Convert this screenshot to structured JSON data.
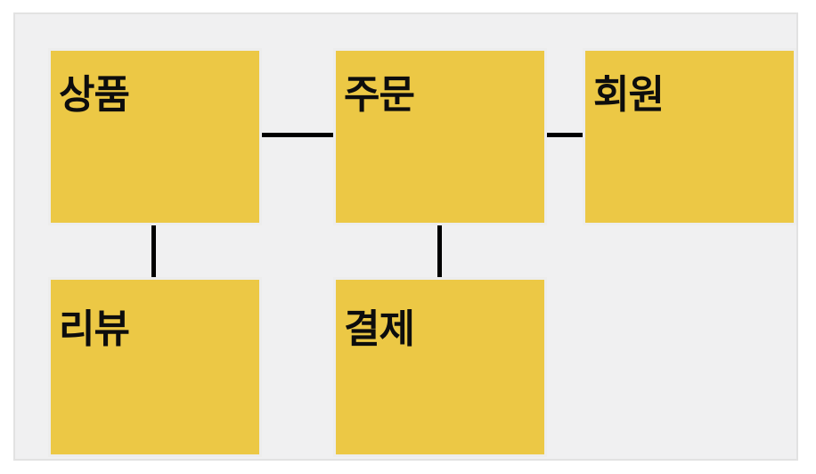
{
  "diagram": {
    "nodes": [
      {
        "id": "product",
        "label": "상품"
      },
      {
        "id": "order",
        "label": "주문"
      },
      {
        "id": "member",
        "label": "회원"
      },
      {
        "id": "review",
        "label": "리뷰"
      },
      {
        "id": "payment",
        "label": "결제"
      }
    ],
    "edges": [
      {
        "from": "상품",
        "to": "주문",
        "orientation": "horizontal"
      },
      {
        "from": "주문",
        "to": "회원",
        "orientation": "horizontal"
      },
      {
        "from": "상품",
        "to": "리뷰",
        "orientation": "vertical"
      },
      {
        "from": "주문",
        "to": "결제",
        "orientation": "vertical"
      }
    ],
    "colors": {
      "node_fill": "#ECC845",
      "node_border": "#EDEDED",
      "canvas_background": "#F0F0F1",
      "canvas_border": "#E2E2E2",
      "connector": "#000000",
      "label_text": "#0D0D0D",
      "page_background": "#FFFFFF"
    }
  }
}
